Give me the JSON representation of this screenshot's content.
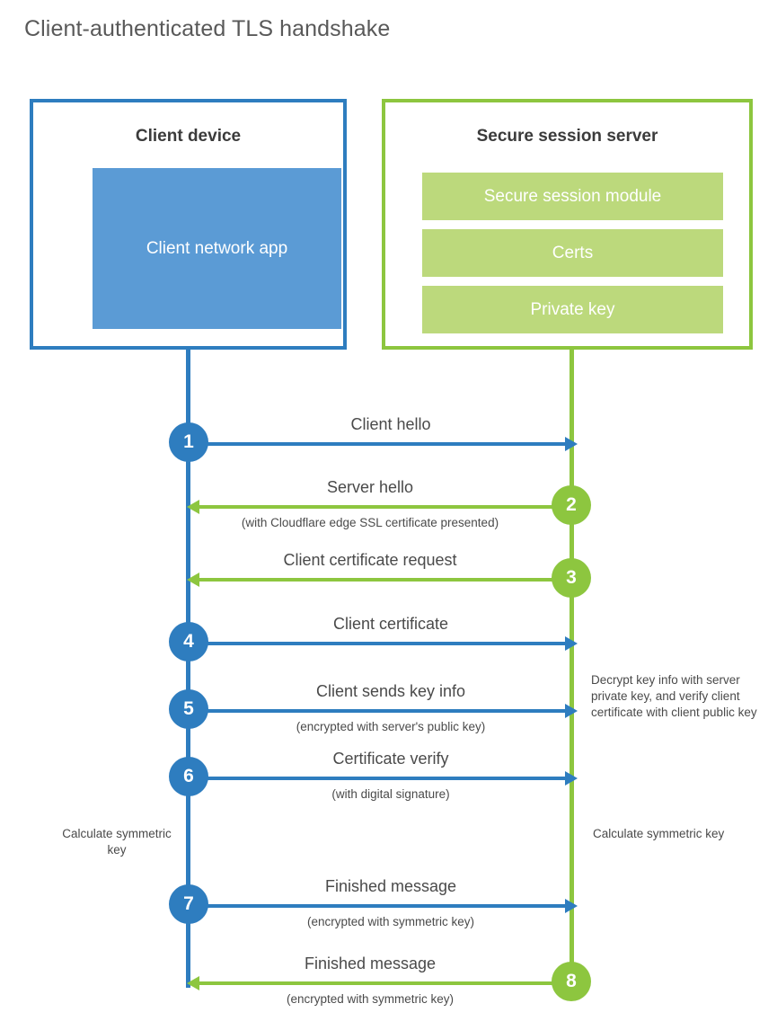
{
  "page": {
    "title": "Client-authenticated TLS handshake"
  },
  "colors": {
    "client_accent": "#2E7DBF",
    "client_fill": "#5B9BD5",
    "server_accent": "#8DC63F",
    "server_fill": "#BCD97C",
    "text": "#4A4A4A",
    "title_text": "#595959",
    "background": "#FFFFFF"
  },
  "client": {
    "title": "Client device",
    "app_label": "Client network app",
    "calculate_note": "Calculate symmetric key"
  },
  "server": {
    "title": "Secure session server",
    "blocks": [
      {
        "label": "Secure session module"
      },
      {
        "label": "Certs"
      },
      {
        "label": "Private key"
      }
    ],
    "decrypt_note": "Decrypt key info with server private key, and verify client certificate with client public key",
    "calculate_note": "Calculate symmetric key"
  },
  "steps": [
    {
      "number": "1",
      "label": "Client hello",
      "sublabel": "",
      "direction": "client-to-server",
      "color": "blue"
    },
    {
      "number": "2",
      "label": "Server hello",
      "sublabel": "(with Cloudflare edge SSL certificate presented)",
      "direction": "server-to-client",
      "color": "green"
    },
    {
      "number": "3",
      "label": "Client certificate request",
      "sublabel": "",
      "direction": "server-to-client",
      "color": "green"
    },
    {
      "number": "4",
      "label": "Client certificate",
      "sublabel": "",
      "direction": "client-to-server",
      "color": "blue"
    },
    {
      "number": "5",
      "label": "Client sends key info",
      "sublabel": "(encrypted with server's public key)",
      "direction": "client-to-server",
      "color": "blue"
    },
    {
      "number": "6",
      "label": "Certificate verify",
      "sublabel": "(with digital signature)",
      "direction": "client-to-server",
      "color": "blue"
    },
    {
      "number": "7",
      "label": "Finished message",
      "sublabel": "(encrypted with symmetric key)",
      "direction": "client-to-server",
      "color": "blue"
    },
    {
      "number": "8",
      "label": "Finished message",
      "sublabel": "(encrypted with symmetric key)",
      "direction": "server-to-client",
      "color": "green"
    }
  ]
}
